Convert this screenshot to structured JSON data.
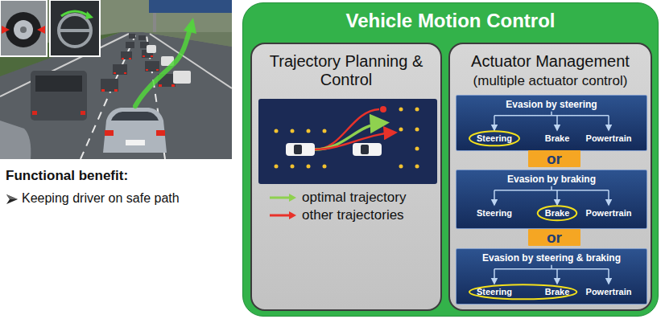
{
  "diagram": {
    "nodes": [
      {
        "text": [
          "Vehicle Motion Control"
        ]
      },
      {
        "text": [
          "Trajectory Planning & Control"
        ],
        "in": 0
      },
      {
        "text": [
          "Actuator Management",
          "(multiple actuator control)"
        ],
        "in": 0
      },
      {
        "text": [
          "Evasion by steering",
          "Steering",
          "Brake",
          "Powertrain"
        ],
        "in": 2
      },
      {
        "text": [
          "or"
        ],
        "in": 2
      },
      {
        "text": [
          "Evasion by braking",
          "Steering",
          "Brake",
          "Powertrain"
        ],
        "in": 2
      },
      {
        "text": [
          "or"
        ],
        "in": 2
      },
      {
        "text": [
          "Evasion by steering & braking",
          "Steering",
          "Brake",
          "Powertrain"
        ],
        "in": 2
      }
    ],
    "labels": [
      "Functional benefit:",
      "Keeping driver on safe path"
    ],
    "legend": [
      {
        "text": "optimal trajectory"
      },
      {
        "text": "other trajectories"
      }
    ]
  }
}
